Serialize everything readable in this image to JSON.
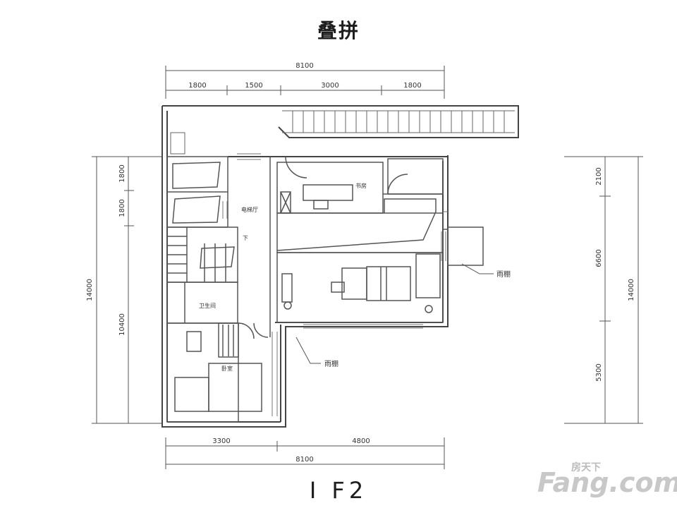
{
  "title": "叠拼",
  "floor_label": "I F2",
  "dimensions": {
    "top_total": "8100",
    "top_segments": [
      "1800",
      "1500",
      "3000",
      "1800"
    ],
    "bottom_segments": [
      "3300",
      "4800"
    ],
    "bottom_total": "8100",
    "left_outer": "14000",
    "left_inner": [
      "1800",
      "1800",
      "10400"
    ],
    "right_outer": "14000",
    "right_inner": [
      "2100",
      "6600",
      "5300"
    ]
  },
  "rooms": {
    "elevator_hall": "电梯厅",
    "down_arrow": "下",
    "kitchen": "书房",
    "bathroom": "卫生间",
    "bedroom": "卧室",
    "canopy_right": "雨棚",
    "canopy_bottom": "雨棚"
  },
  "watermark": {
    "cn": "房天下",
    "en": "Fang.com"
  }
}
